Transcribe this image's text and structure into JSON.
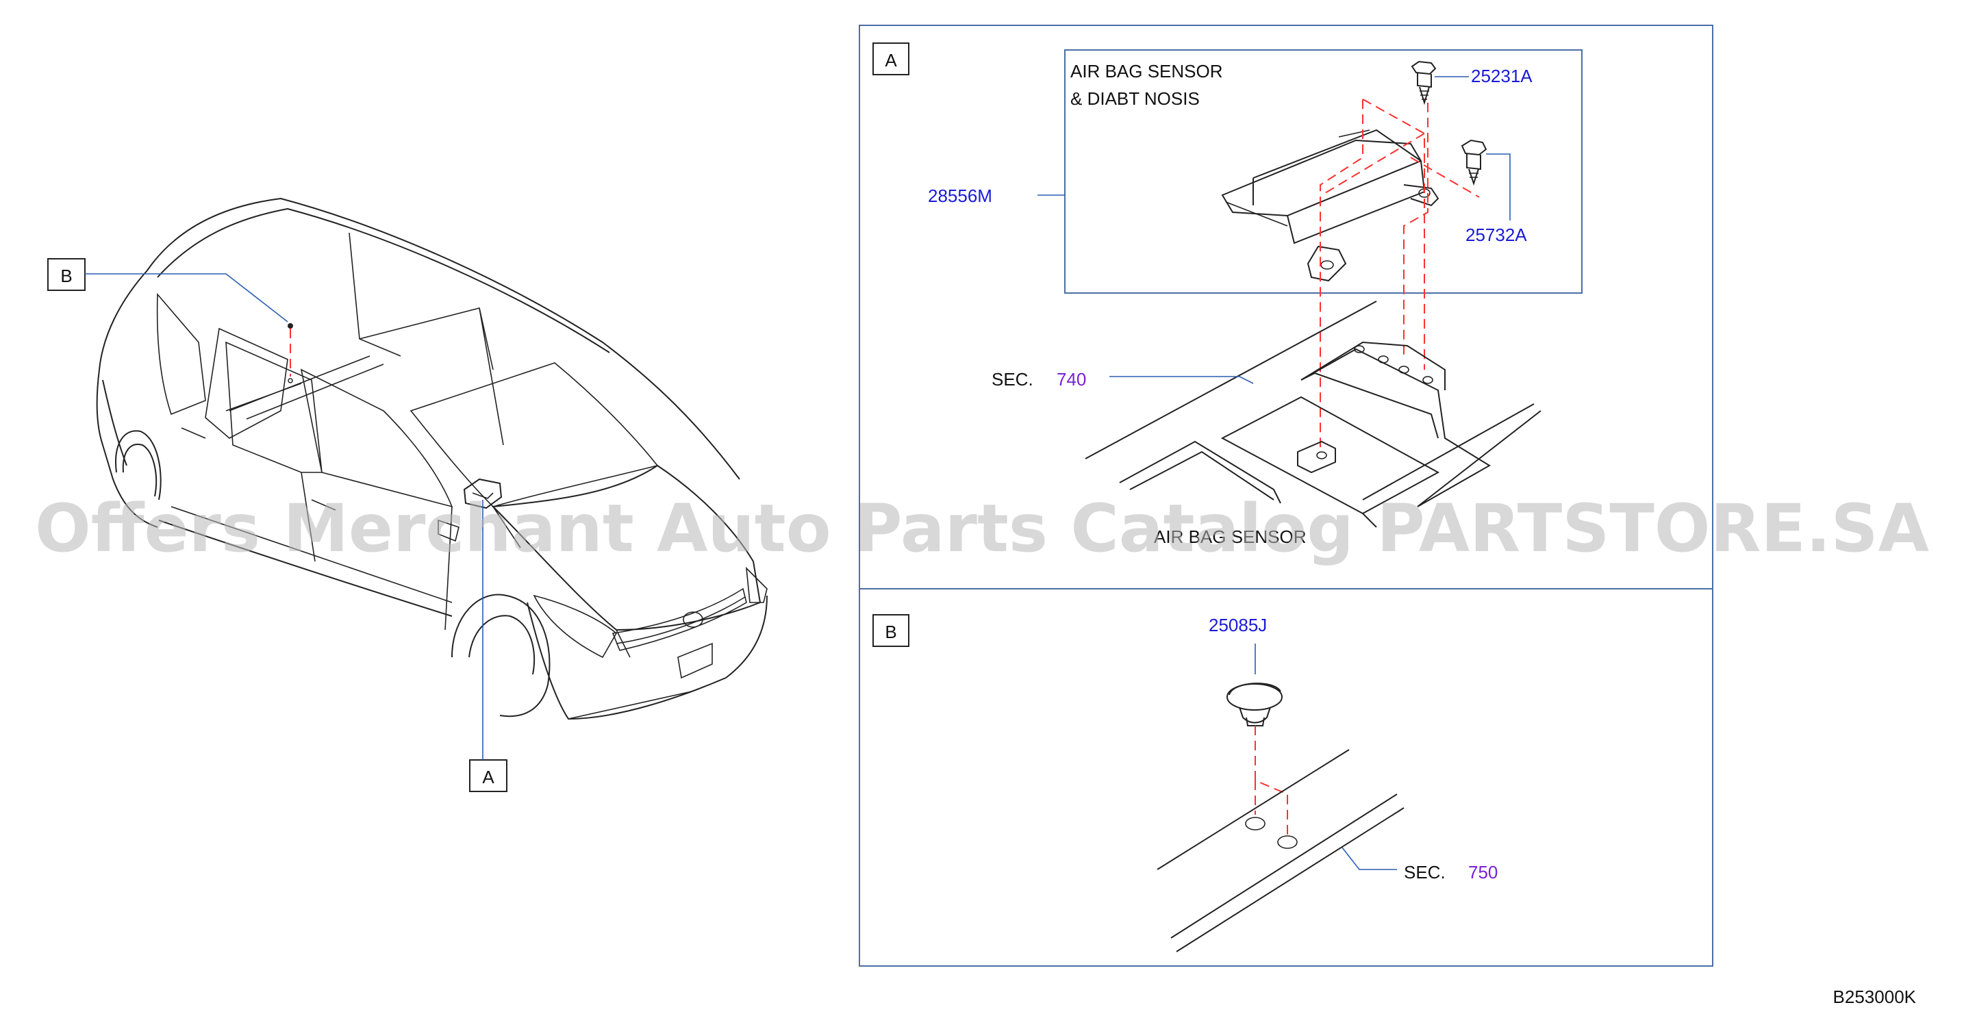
{
  "panels": {
    "a": {
      "label": "A"
    },
    "b": {
      "label": "B"
    }
  },
  "callouts": {
    "b_box": "B",
    "a_box": "A"
  },
  "panel_a": {
    "sensor_title_line1": "AIR  BAG  SENSOR",
    "sensor_title_line2": "&  DIABT  NOSIS",
    "part_28556m": "28556M",
    "part_25231a": "25231A",
    "part_25732a": "25732A",
    "sec_prefix": "SEC.",
    "sec_number": "740",
    "caption": "AIR  BAG  SENSOR"
  },
  "panel_b": {
    "part_25085j": "25085J",
    "sec_prefix": "SEC.",
    "sec_number": "750"
  },
  "diagram_code": "B253000K",
  "watermark": "Offers Merchant Auto Parts Catalog PARTSTORE.SA",
  "colors": {
    "part_number": "#1a1ad6",
    "section_number": "#7a1fd6",
    "leader_line": "#2a5db0",
    "dashed_guide": "#ff3030",
    "frame": "#4a6fa5"
  }
}
